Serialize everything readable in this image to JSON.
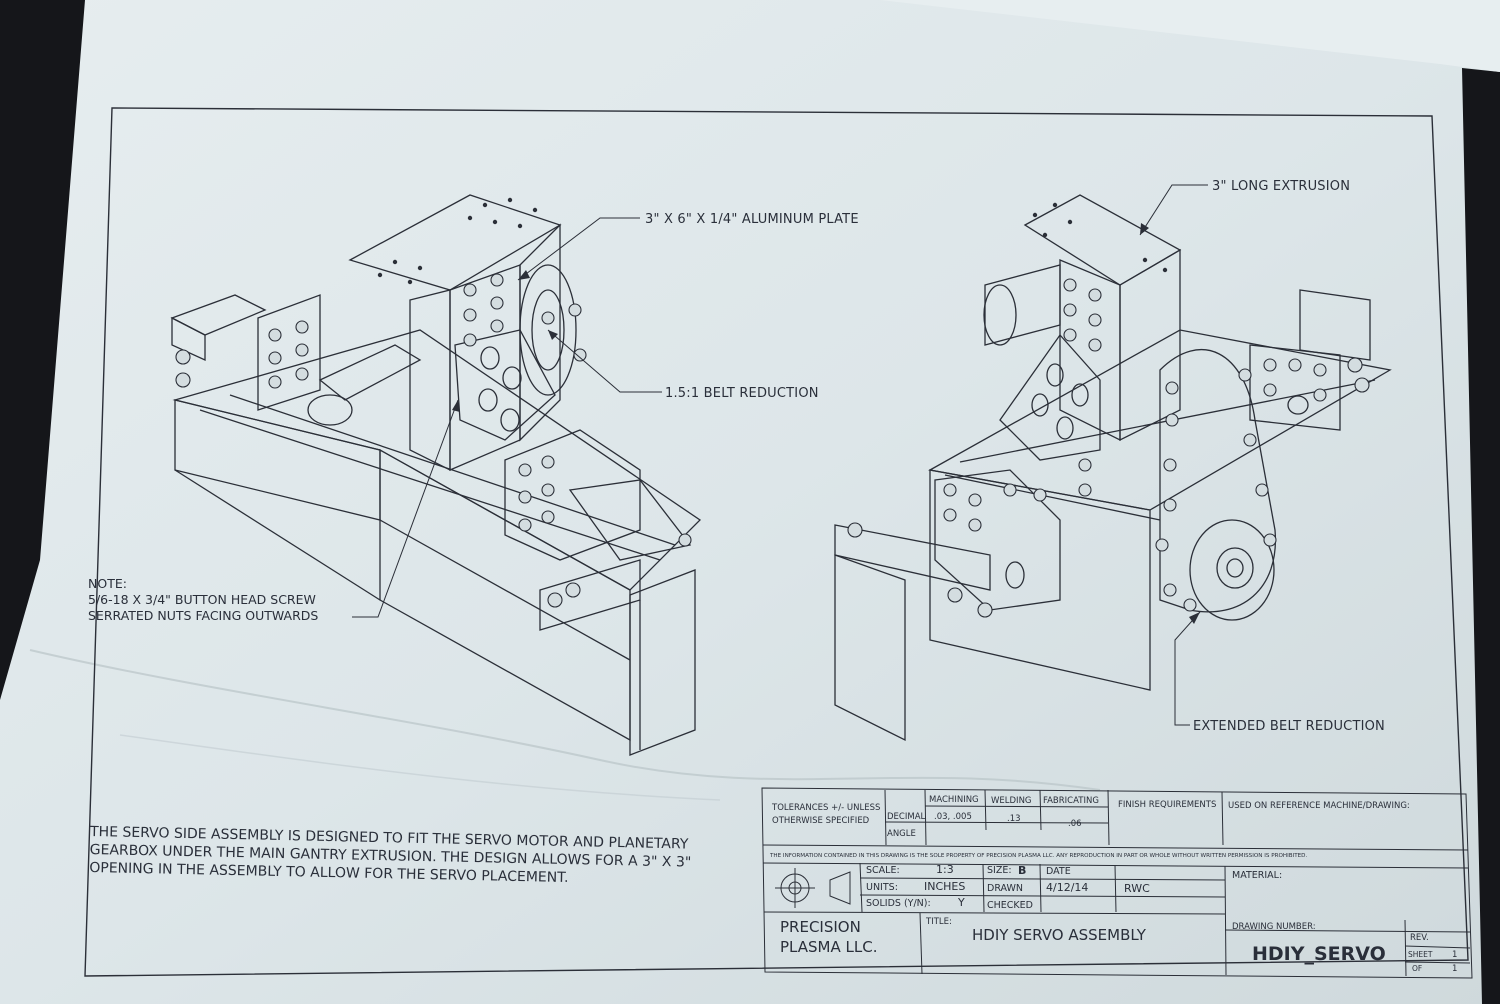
{
  "drawing": {
    "callouts": {
      "aluminum_plate": "3\" X 6\" X 1/4\" ALUMINUM PLATE",
      "belt_reduction": "1.5:1 BELT REDUCTION",
      "long_extrusion": "3\" LONG EXTRUSION",
      "extended_belt_reduction": "EXTENDED BELT REDUCTION"
    },
    "note": {
      "heading": "NOTE:",
      "line1": "5/6-18 X 3/4\" BUTTON HEAD SCREW",
      "line2": "SERRATED NUTS FACING OUTWARDS"
    },
    "description": {
      "line1": "THE SERVO SIDE ASSEMBLY IS DESIGNED TO FIT THE SERVO MOTOR AND PLANETARY",
      "line2": "GEARBOX UNDER THE MAIN GANTRY EXTRUSION.  THE DESIGN ALLOWS FOR A 3\" X 3\"",
      "line3": "OPENING IN THE ASSEMBLY TO ALLOW FOR THE SERVO PLACEMENT."
    }
  },
  "title_block": {
    "tolerances_line1": "TOLERANCES +/- UNLESS",
    "tolerances_line2": "OTHERWISE SPECIFIED",
    "col_machining": "MACHINING",
    "col_welding": "WELDING",
    "col_fabricating": "FABRICATING",
    "finish_requirements": "FINISH REQUIREMENTS",
    "used_on": "USED ON REFERENCE MACHINE/DRAWING:",
    "row_decimal": "DECIMAL",
    "row_angle": "ANGLE",
    "decimal_machining": ".03, .005",
    "decimal_welding": ".13",
    "decimal_fabricating": ".06",
    "proprietary": "THE INFORMATION CONTAINED IN THIS DRAWING IS THE SOLE PROPERTY OF PRECISION PLASMA LLC. ANY REPRODUCTION IN PART OR WHOLE WITHOUT WRITTEN PERMISSION IS PROHIBITED.",
    "scale_label": "SCALE:",
    "scale_value": "1:3",
    "size_label": "SIZE:",
    "size_value": "B",
    "date_label": "DATE",
    "date_value": "4/12/14",
    "units_label": "UNITS:",
    "units_value": "INCHES",
    "drawn_label": "DRAWN",
    "drawn_value": "RWC",
    "solids_label": "SOLIDS (Y/N):",
    "solids_value": "Y",
    "checked_label": "CHECKED",
    "material_label": "MATERIAL:",
    "company_line1": "PRECISION",
    "company_line2": "PLASMA LLC.",
    "title_label": "TITLE:",
    "title_value": "HDIY SERVO ASSEMBLY",
    "drawing_number_label": "DRAWING NUMBER:",
    "drawing_number_value": "HDIY_SERVO",
    "rev_label": "REV.",
    "sheet_label": "SHEET",
    "sheet_value": "1",
    "of_label": "OF",
    "of_value": "1"
  },
  "colors": {
    "paper": "#dfe7ea",
    "ink": "#2b2f38",
    "background": "#15161a"
  }
}
